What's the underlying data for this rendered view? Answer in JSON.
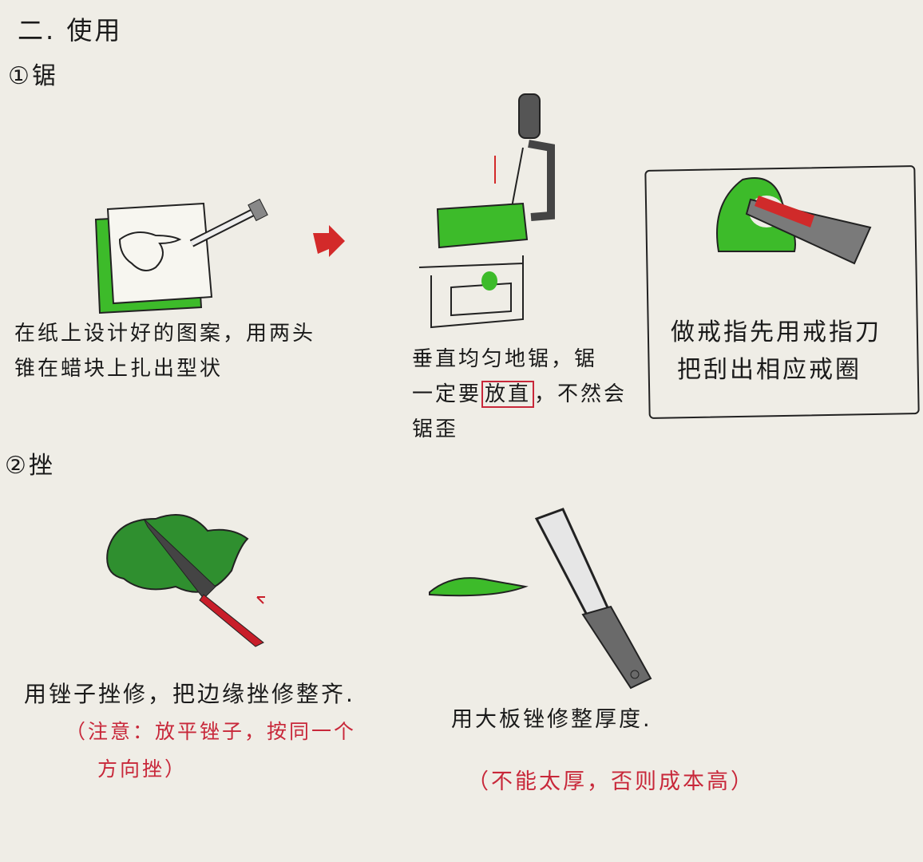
{
  "heading": "二. 使用",
  "section1": {
    "title": "①锯",
    "step1": [
      "在纸上设计好的图案，用两头",
      "锥在蜡块上扎出型状"
    ],
    "step2": [
      "垂直均匀地锯，锯",
      "一定要",
      "放直",
      "，不然会",
      "锯歪"
    ],
    "step3": [
      "做戒指先用戒指刀",
      "把刮出相应戒圈"
    ]
  },
  "section2": {
    "title": "②挫",
    "step1": "用锉子挫修，把边缘挫修整齐.",
    "step1_note": [
      "（注意：放平锉子，按同一个",
      "方向挫）"
    ],
    "step2": "用大板锉修整厚度.",
    "step2_note": "（不能太厚，否则成本高）"
  },
  "colors": {
    "wax_green": "#3dbb2a",
    "dark_green": "#2a7a2a",
    "note_red": "#c8283a",
    "tool_gray": "#6a6a6a",
    "paper": "#efede6"
  }
}
